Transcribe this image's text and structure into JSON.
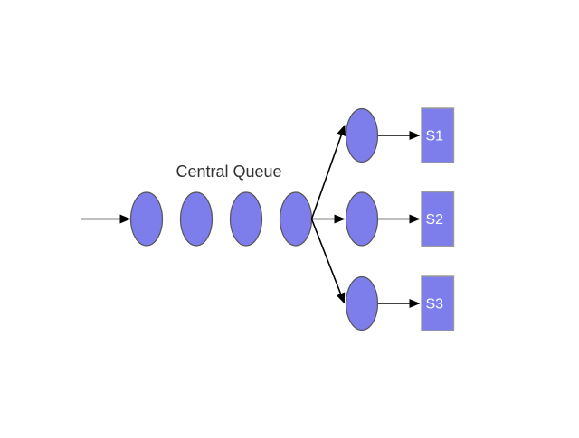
{
  "diagram": {
    "queue_label": "Central Queue",
    "queue_slots": 4,
    "servers": [
      {
        "label": "S1"
      },
      {
        "label": "S2"
      },
      {
        "label": "S3"
      }
    ],
    "colors": {
      "background": "#FFFFFF",
      "node_fill": "#7D7DEC",
      "ellipse_stroke": "#555555",
      "box_stroke": "#9A9A9A",
      "arrow": "#000000",
      "title_text": "#333333",
      "server_label_text": "#FFFFFF"
    }
  }
}
